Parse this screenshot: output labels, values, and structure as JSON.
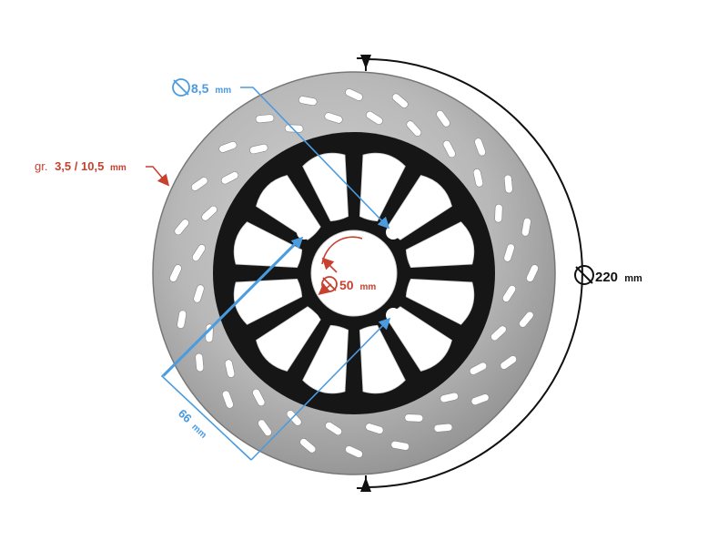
{
  "labels": {
    "hole_diameter": {
      "value": "8,5",
      "unit": "mm"
    },
    "thickness": {
      "prefix": "gr.",
      "value": "3,5 / 10,5",
      "unit": "mm"
    },
    "center_bore": {
      "value": "50",
      "unit": "mm"
    },
    "bolt_circle": {
      "value": "66",
      "unit": "mm"
    },
    "outer_diameter": {
      "value": "220",
      "unit": "mm"
    }
  },
  "colors": {
    "blue": "#4a9be0",
    "red": "#c8412f",
    "black": "#111111",
    "disc_steel": "#b9b9b9",
    "hub": "#161616"
  },
  "icons": {
    "diameter": "diameter-icon",
    "arrow": "arrow-icon"
  }
}
